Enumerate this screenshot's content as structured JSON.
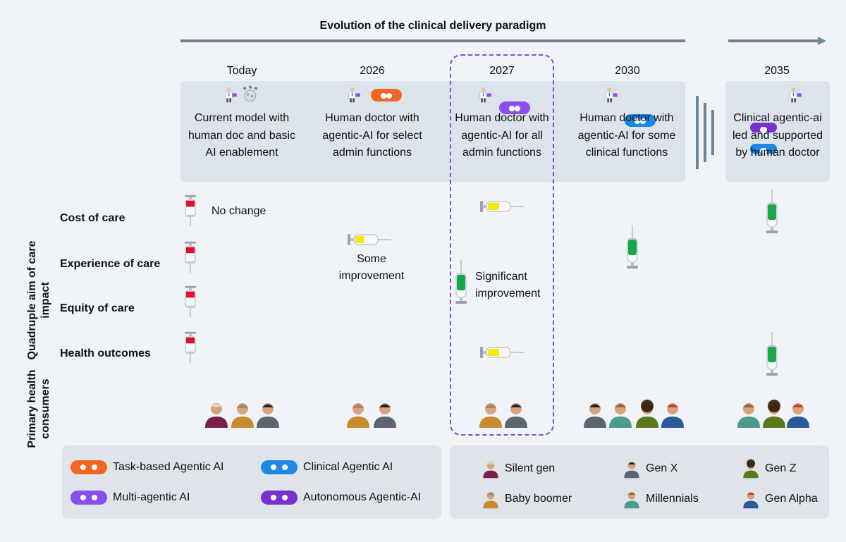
{
  "title": "Evolution of the clinical delivery paradigm",
  "stages": [
    {
      "year": "Today",
      "text": "Current model with human doc and basic AI enablement"
    },
    {
      "year": "2026",
      "text": "Human doctor with agentic-AI for select admin functions"
    },
    {
      "year": "2027",
      "text": "Human doctor with agentic-AI for all admin functions"
    },
    {
      "year": "2030",
      "text": "Human doctor with agentic-AI for some clinical functions"
    },
    {
      "year": "2035",
      "text": "Clinical agentic-ai led and supported by human doctor"
    }
  ],
  "axis_labels": {
    "impact": "Quadruple aim of care impact",
    "consumers": "Primary health consumers"
  },
  "rows": [
    "Cost of care",
    "Experience of care",
    "Equity of care",
    "Health outcomes"
  ],
  "notes": {
    "no_change": "No change",
    "some": "Some improvement",
    "significant": "Significant improvement"
  },
  "legend_ai": [
    {
      "label": "Task-based Agentic AI",
      "color": "#f26522"
    },
    {
      "label": "Clinical Agentic AI",
      "color": "#1e88e5"
    },
    {
      "label": "Multi-agentic AI",
      "color": "#8a4df0"
    },
    {
      "label": "Autonomous Agentic-AI",
      "color": "#7a2fd0"
    }
  ],
  "legend_gen": [
    {
      "label": "Silent gen"
    },
    {
      "label": "Gen X"
    },
    {
      "label": "Gen Z"
    },
    {
      "label": "Baby boomer"
    },
    {
      "label": "Millennials"
    },
    {
      "label": "Gen Alpha"
    }
  ],
  "colors": {
    "syringe_none": "#e0102a",
    "syringe_some": "#f5ea00",
    "syringe_significant": "#1aa64a",
    "dashed": "#7b4fe0"
  }
}
